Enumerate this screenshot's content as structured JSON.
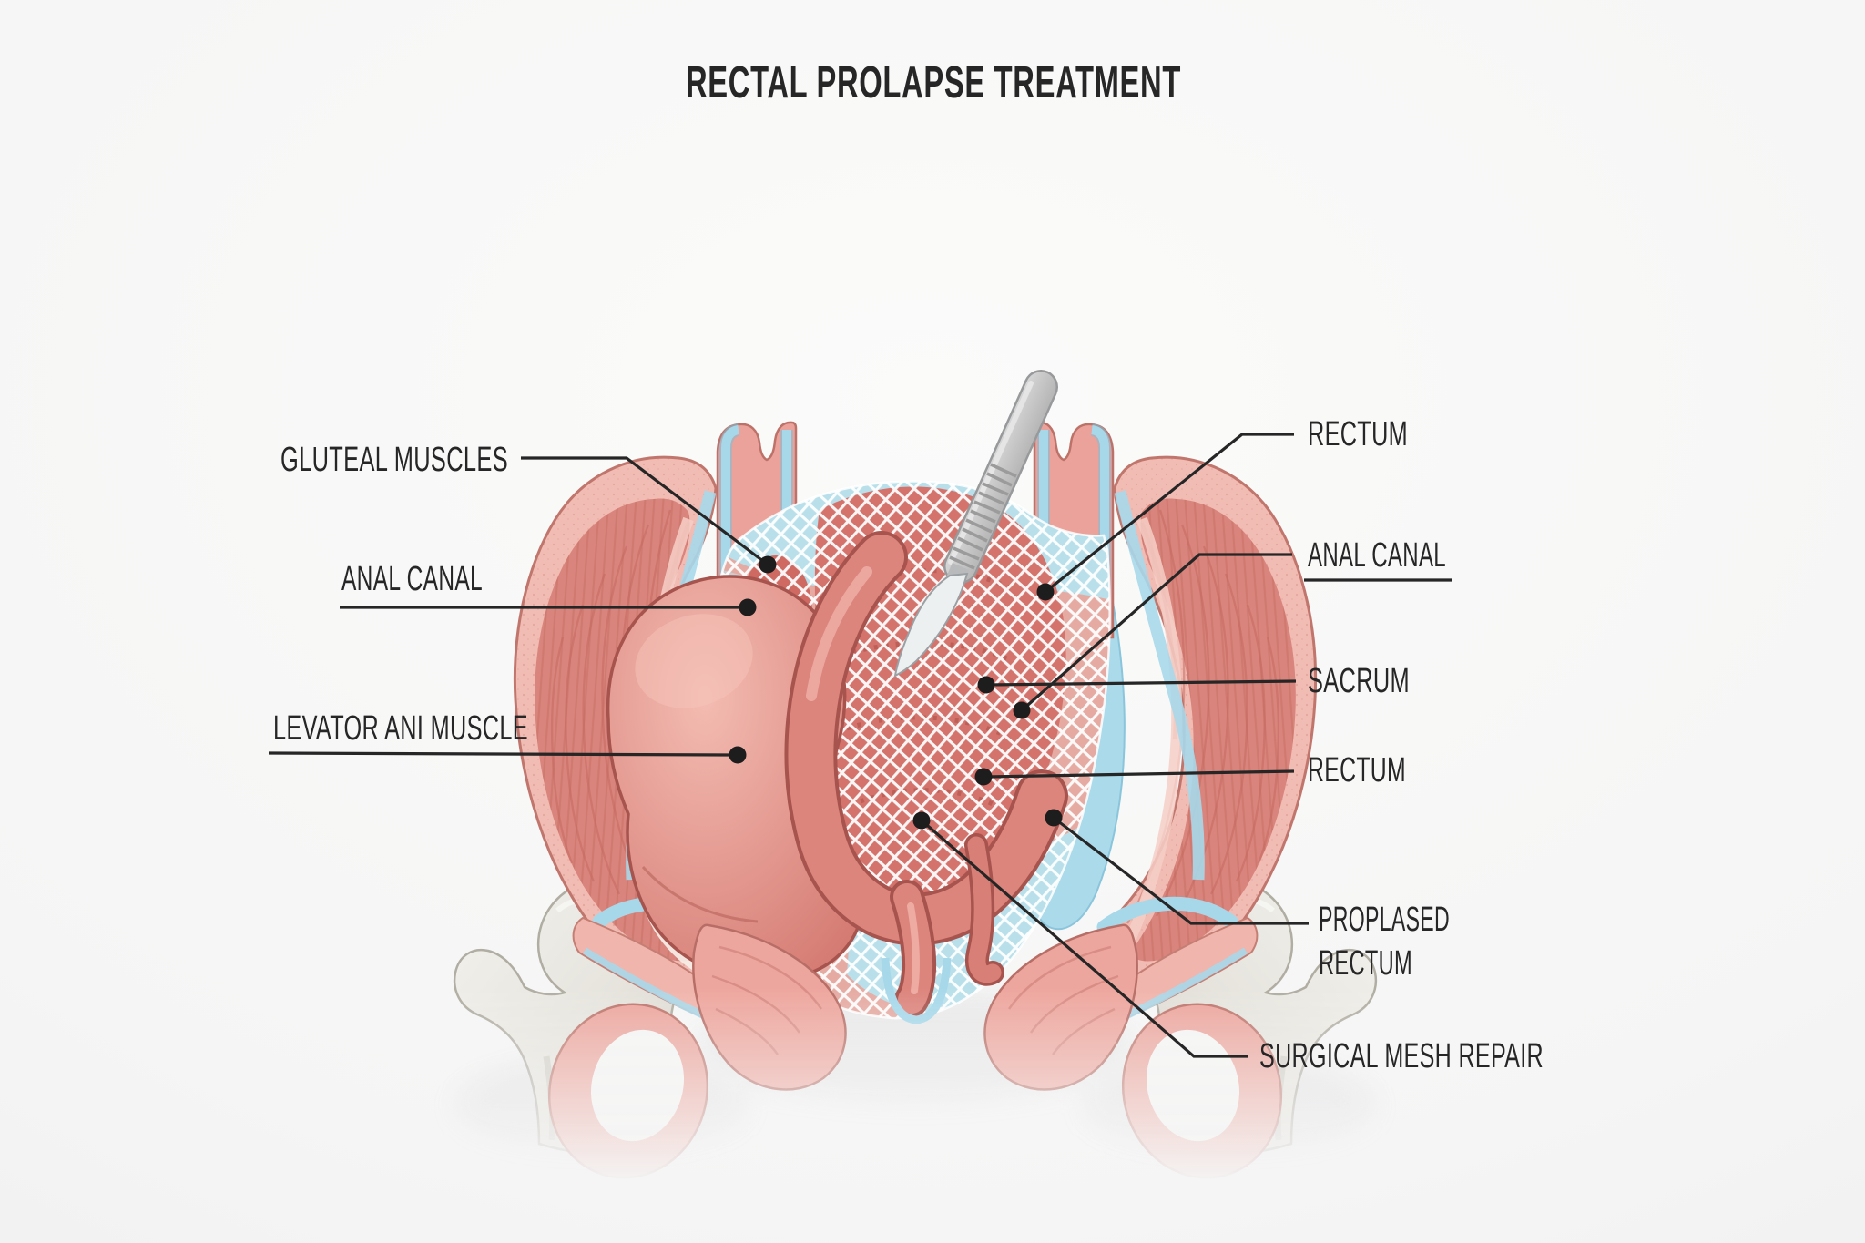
{
  "title": "RECTAL PROLAPSE TREATMENT",
  "labels": {
    "gluteal_muscles": "GLUTEAL MUSCLES",
    "anal_canal_left": "ANAL CANAL",
    "levator_ani_muscle": "LEVATOR ANI MUSCLE",
    "rectum_upper": "RECTUM",
    "anal_canal_right": "ANAL CANAL",
    "sacrum": "SACRUM",
    "rectum_lower": "RECTUM",
    "prolapsed_rectum_line1": "PROPLASED",
    "prolapsed_rectum_line2": "RECTUM",
    "surgical_mesh_repair": "SURGICAL MESH REPAIR"
  },
  "colors": {
    "background": "#f5f6f6",
    "label_text": "#262626",
    "leader_line": "#262626",
    "bone": "#e9e7e1",
    "muscle_rim": "#f1bcb3",
    "muscle_deep": "#d9857d",
    "cartilage_blue": "#a7d8ea",
    "rectum_red": "#d4736c",
    "mesh_white": "#ffffff",
    "scalpel_gray": "#c6c6c6"
  }
}
